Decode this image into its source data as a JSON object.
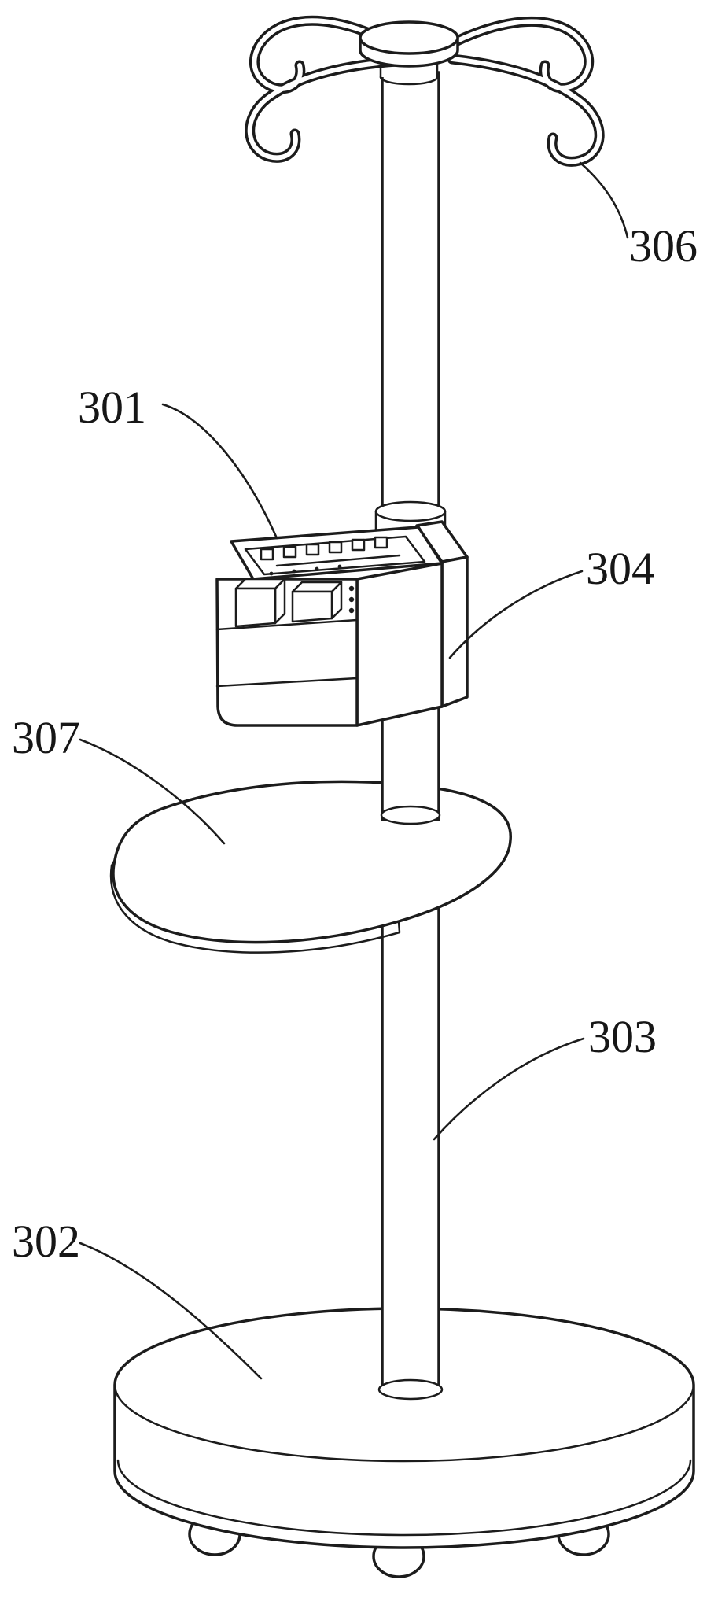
{
  "figure": {
    "colors": {
      "background": "#ffffff",
      "line": "#1c1c1c"
    },
    "labels": [
      {
        "id": "control-device",
        "text": "301"
      },
      {
        "id": "wheeled-base",
        "text": "302"
      },
      {
        "id": "support-pole",
        "text": "303"
      },
      {
        "id": "pole-bracket",
        "text": "304"
      },
      {
        "id": "hook-assembly",
        "text": "306"
      },
      {
        "id": "bottle-tray",
        "text": "307"
      }
    ]
  }
}
